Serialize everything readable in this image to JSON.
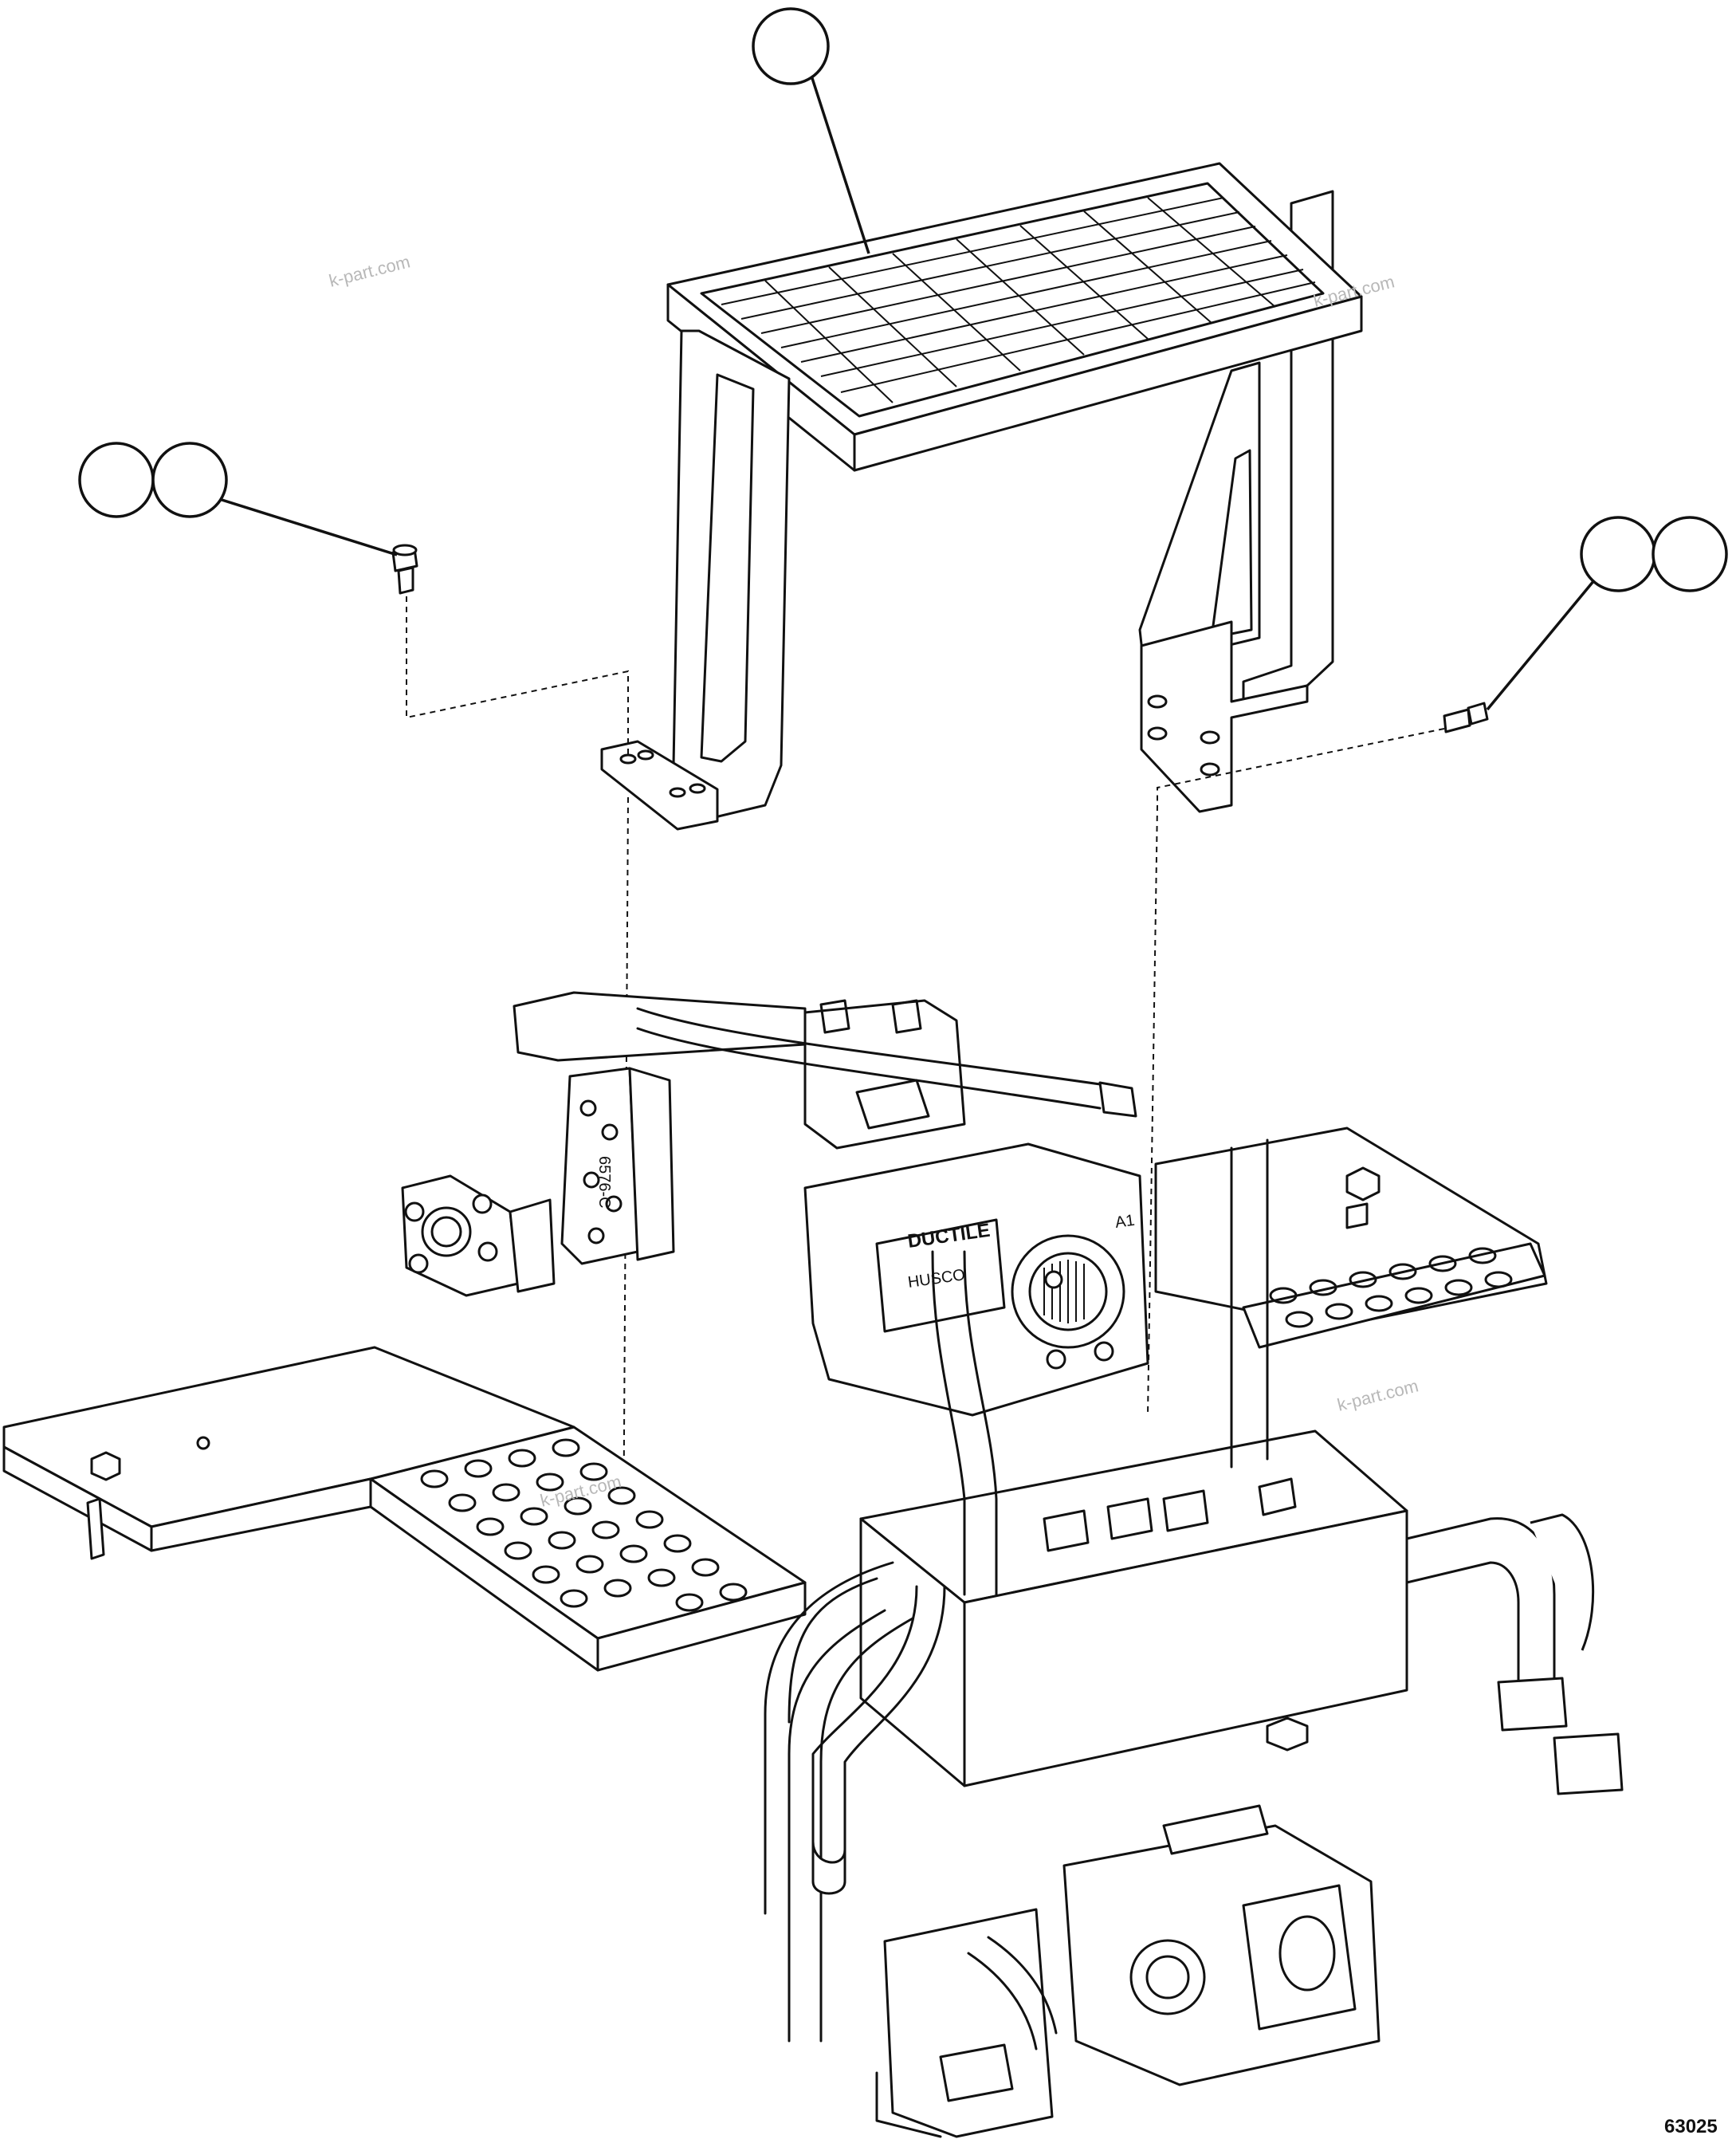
{
  "figure": {
    "drawing_number": "63025",
    "watermark": "k-part.com",
    "labels": {
      "brand_plate": "DUCTILE",
      "valve_maker": "HUSCO",
      "port_mark": "A1"
    },
    "callouts": [
      {
        "name": "step-platform",
        "item": ""
      },
      {
        "name": "left-bolt",
        "item": ""
      },
      {
        "name": "left-washer",
        "item": ""
      },
      {
        "name": "right-bolt",
        "item": ""
      },
      {
        "name": "right-washer",
        "item": ""
      }
    ]
  }
}
